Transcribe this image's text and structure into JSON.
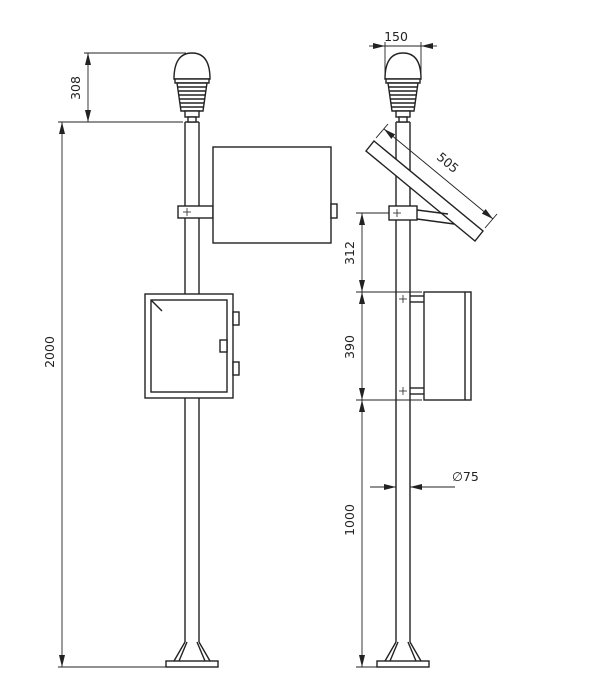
{
  "page": {
    "background": "#ffffff",
    "line_color": "#222222"
  },
  "drawing": {
    "subject": "pole-mounted weather station, front and side orthographic views",
    "views": {
      "front": "front-view",
      "side": "side-view"
    },
    "dimensions": {
      "sensor_height_mm": "308",
      "total_height_mm": "2000",
      "sensor_width_mm": "150",
      "solar_panel_mm": "505",
      "solar_to_cabinet_mm": "312",
      "cabinet_height_mm": "390",
      "lower_pole_mm": "1000",
      "pole_diameter": "∅75"
    }
  }
}
